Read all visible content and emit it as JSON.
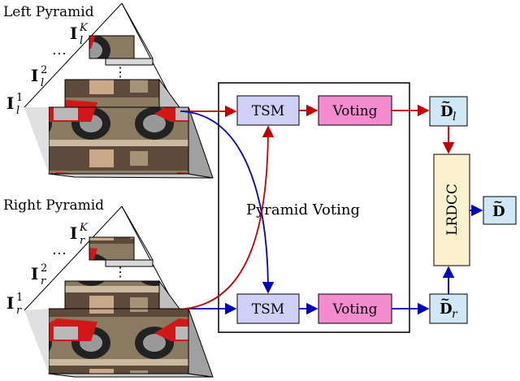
{
  "left_pyramid": {
    "title": "Left Pyramid",
    "levels": [
      {
        "base": "I",
        "sub": "l",
        "sup": "K"
      },
      {
        "base": "I",
        "sub": "l",
        "sup": "2"
      },
      {
        "base": "I",
        "sub": "l",
        "sup": "1"
      }
    ]
  },
  "right_pyramid": {
    "title": "Right Pyramid",
    "levels": [
      {
        "base": "I",
        "sub": "r",
        "sup": "K"
      },
      {
        "base": "I",
        "sub": "r",
        "sup": "2"
      },
      {
        "base": "I",
        "sub": "r",
        "sup": "1"
      }
    ]
  },
  "ellipsis": "⋯",
  "vellipsis": "⋮",
  "voting_module": {
    "title": "Pyramid Voting",
    "tsm_top": "TSM",
    "voting_top": "Voting",
    "tsm_bottom": "TSM",
    "voting_bottom": "Voting"
  },
  "outputs": {
    "disp_left": {
      "base": "D",
      "accent": "~",
      "sub": "l"
    },
    "disp_right": {
      "base": "D",
      "accent": "~",
      "sub": "r"
    },
    "lrdcc": "LRDCC",
    "final": {
      "base": "D",
      "accent": "~"
    }
  },
  "colors": {
    "tsm_fill": "#cfcff7",
    "voting_fill": "#f58ccf",
    "disp_fill": "#cfe7f7",
    "lrdcc_fill": "#fbf1cf",
    "arrow_red": "#c00000",
    "arrow_blue": "#0000b8"
  }
}
